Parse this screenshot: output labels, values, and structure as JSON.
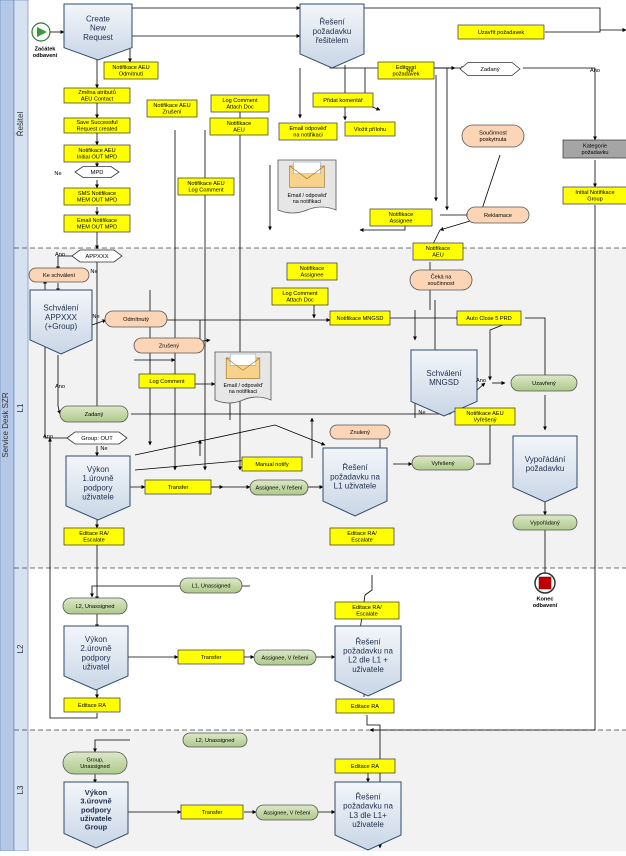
{
  "pool": {
    "title": "Service Desk SZR"
  },
  "lanes": [
    {
      "id": "resitel",
      "label": "Řešitel"
    },
    {
      "id": "l1",
      "label": "L1"
    },
    {
      "id": "l2",
      "label": "L2"
    },
    {
      "id": "l3",
      "label": "L3"
    }
  ],
  "start_event": {
    "label": [
      "Začátek",
      "odbavení"
    ]
  },
  "end_event": {
    "label": [
      "Konec",
      "odbavení"
    ]
  },
  "processes": [
    {
      "id": "create",
      "lines": [
        "Create",
        "New",
        "Request"
      ]
    },
    {
      "id": "reseni_resitel",
      "lines": [
        "Řešení",
        "požadavku",
        "řešitelem"
      ]
    },
    {
      "id": "schvaleni_app",
      "lines": [
        "Schválení",
        "APPXXX",
        "(+Group)"
      ]
    },
    {
      "id": "schvaleni_mngsd",
      "lines": [
        "Schválení",
        "MNGSD"
      ]
    },
    {
      "id": "vyporadani",
      "lines": [
        "Vypořádání",
        "požadavku"
      ]
    },
    {
      "id": "vykon1",
      "lines": [
        "Výkon",
        "1.úrovně",
        "podpory",
        "uživatele"
      ]
    },
    {
      "id": "reseni_l1",
      "lines": [
        "Řešení",
        "požadavku na",
        "L1 uživatele"
      ]
    },
    {
      "id": "vykon2",
      "lines": [
        "Výkon",
        "2.úrovně",
        "podpory",
        "uživatel"
      ]
    },
    {
      "id": "reseni_l2",
      "lines": [
        "Řešení",
        "požadavku na",
        "L2 dle L1 +",
        "uživatele"
      ]
    },
    {
      "id": "vykon3",
      "lines": [
        "Výkon",
        "3.úrovně",
        "podpory",
        "uživatele",
        "Group"
      ]
    },
    {
      "id": "reseni_l3",
      "lines": [
        "Řešení",
        "požadavku na",
        "L3 dle L1+",
        "uživatele"
      ]
    }
  ],
  "tasks": [
    {
      "id": "t_zmena",
      "lines": [
        "Změna atributů",
        "AEU Contact"
      ]
    },
    {
      "id": "t_save",
      "lines": [
        "Save Successful",
        "Request created"
      ]
    },
    {
      "id": "t_initout",
      "lines": [
        "Notifikace AEU",
        "Initial OUT MPD"
      ]
    },
    {
      "id": "t_sms",
      "lines": [
        "SMS Notifikace",
        "MEM OUT MPD"
      ]
    },
    {
      "id": "t_email",
      "lines": [
        "Email Notifikace",
        "MEM OUT MPD"
      ]
    },
    {
      "id": "t_odmitnuti",
      "lines": [
        "Notifikace AEU",
        "Odmítnutí"
      ]
    },
    {
      "id": "t_zruseni",
      "lines": [
        "Notifikace AEU",
        "Zrušení"
      ]
    },
    {
      "id": "t_logcomment_n",
      "lines": [
        "Notifikace AEU",
        "Log Comment"
      ]
    },
    {
      "id": "t_logattach1",
      "lines": [
        "Log Comment",
        "Attach Doc"
      ]
    },
    {
      "id": "t_notif_aeu1",
      "lines": [
        "Notifikace",
        "AEU"
      ]
    },
    {
      "id": "t_uzavrit",
      "lines": [
        "Uzavřít požadavek"
      ]
    },
    {
      "id": "t_editovat",
      "lines": [
        "Editovat",
        "požadavek"
      ]
    },
    {
      "id": "t_pridat",
      "lines": [
        "Přidat komentář"
      ]
    },
    {
      "id": "t_email_odp",
      "lines": [
        "Email odpověď",
        "na notifikaci"
      ]
    },
    {
      "id": "t_vlozit",
      "lines": [
        "Vložit přílohu"
      ]
    },
    {
      "id": "t_notif_assign1",
      "lines": [
        "Notifikace",
        "Assignee"
      ]
    },
    {
      "id": "t_initial_group",
      "lines": [
        "Initial Notifikace",
        "Group"
      ]
    },
    {
      "id": "t_notif_aeu2",
      "lines": [
        "Notifikace",
        "AEU"
      ]
    },
    {
      "id": "t_notif_assign2",
      "lines": [
        "Notifikace",
        "Assignee"
      ]
    },
    {
      "id": "t_logattach2",
      "lines": [
        "Log Comment",
        "Attach Doc"
      ]
    },
    {
      "id": "t_notif_mngsd",
      "lines": [
        "Notifikace MNGSD"
      ]
    },
    {
      "id": "t_autoclose",
      "lines": [
        "Auto Close 5 PRD"
      ]
    },
    {
      "id": "t_logcomment",
      "lines": [
        "Log Comment"
      ]
    },
    {
      "id": "t_notif_vyreseny",
      "lines": [
        "Notifikace AEU",
        "Vyřešený"
      ]
    },
    {
      "id": "t_manual",
      "lines": [
        "Manual notify"
      ]
    },
    {
      "id": "t_transfer1",
      "lines": [
        "Transfer"
      ]
    },
    {
      "id": "t_editace_l1a",
      "lines": [
        "Editace RA/",
        "Escalate"
      ]
    },
    {
      "id": "t_editace_l1b",
      "lines": [
        "Editace RA/",
        "Escalate"
      ]
    },
    {
      "id": "t_editace_l2a",
      "lines": [
        "Editace RA/",
        "Escalate"
      ]
    },
    {
      "id": "t_transfer2",
      "lines": [
        "Transfer"
      ]
    },
    {
      "id": "t_editace_l2ra",
      "lines": [
        "Editace RA"
      ]
    },
    {
      "id": "t_editace_l2rb",
      "lines": [
        "Editace RA"
      ]
    },
    {
      "id": "t_editace_l3",
      "lines": [
        "Editace RA"
      ]
    },
    {
      "id": "t_transfer3",
      "lines": [
        "Transfer"
      ]
    }
  ],
  "states_orange": [
    {
      "id": "s_keschvaleni",
      "lines": [
        "Ke schválení"
      ]
    },
    {
      "id": "s_odmitnuty",
      "lines": [
        "Odmítnutý"
      ]
    },
    {
      "id": "s_zruseny",
      "lines": [
        "Zrušený"
      ]
    },
    {
      "id": "s_soucinnost",
      "lines": [
        "Součinnost",
        "poskytnuta"
      ]
    },
    {
      "id": "s_reklamace",
      "lines": [
        "Reklamace"
      ]
    },
    {
      "id": "s_ceka",
      "lines": [
        "Čeká na",
        "součinnost"
      ]
    },
    {
      "id": "s_znuleny",
      "lines": [
        "Znulený"
      ]
    }
  ],
  "states_green": [
    {
      "id": "g_zadany",
      "lines": [
        "Zadaný"
      ]
    },
    {
      "id": "g_uzavreny",
      "lines": [
        "Uzavřený"
      ]
    },
    {
      "id": "g_vyreseny",
      "lines": [
        "Vyřešený"
      ]
    },
    {
      "id": "g_assignee1",
      "lines": [
        "Assignee, V řešení"
      ]
    },
    {
      "id": "g_vyporadany",
      "lines": [
        "Vypořádaný"
      ]
    },
    {
      "id": "g_l1unassigned",
      "lines": [
        "L1, Unassigned"
      ]
    },
    {
      "id": "g_l2unassigned_a",
      "lines": [
        "L2, Unassigned"
      ]
    },
    {
      "id": "g_assignee2",
      "lines": [
        "Assignee, V řešení"
      ]
    },
    {
      "id": "g_l2unassigned_b",
      "lines": [
        "L2, Unassigned"
      ]
    },
    {
      "id": "g_group_unassigned",
      "lines": [
        "Group,",
        "Unassigned"
      ]
    },
    {
      "id": "g_assignee3",
      "lines": [
        "Assignee, V řešení"
      ]
    }
  ],
  "gray_tasks": [
    {
      "id": "k_kategorie",
      "lines": [
        "Kategorie",
        "požadavku"
      ]
    }
  ],
  "documents": [
    {
      "id": "doc1",
      "lines": [
        "Email / odpověď",
        "na notifikaci"
      ]
    },
    {
      "id": "doc2",
      "lines": [
        "Email / odpověď",
        "na notifikaci"
      ]
    }
  ],
  "gateways": [
    {
      "id": "gw_mpd",
      "label": "MPD"
    },
    {
      "id": "gw_appxxx",
      "label": "APPXXX"
    },
    {
      "id": "gw_zadany",
      "label": "Zadaný"
    },
    {
      "id": "gw_group",
      "label": "Group: OUT"
    }
  ],
  "flow_labels": [
    {
      "id": "fl_ne1",
      "text": "Ne"
    },
    {
      "id": "fl_ano1",
      "text": "Ano"
    },
    {
      "id": "fl_ne2",
      "text": "Ne"
    },
    {
      "id": "fl_ne3",
      "text": "Ne"
    },
    {
      "id": "fl_ano2",
      "text": "Ano"
    },
    {
      "id": "fl_ano3",
      "text": "Ano"
    },
    {
      "id": "fl_ne4",
      "text": "Ne"
    },
    {
      "id": "fl_ano4",
      "text": "Ano"
    },
    {
      "id": "fl_ne5",
      "text": "Ne"
    },
    {
      "id": "fl_ano5",
      "text": "Ano"
    },
    {
      "id": "fl_ne6",
      "text": "Ne"
    }
  ],
  "colors": {
    "task": "#ffff00",
    "state_orange": "#fbd5b5",
    "state_green": "#c6d9a8",
    "process": "#dde6f0",
    "gray_task": "#a5a5a5",
    "lane_bar": "#8eaadb"
  }
}
